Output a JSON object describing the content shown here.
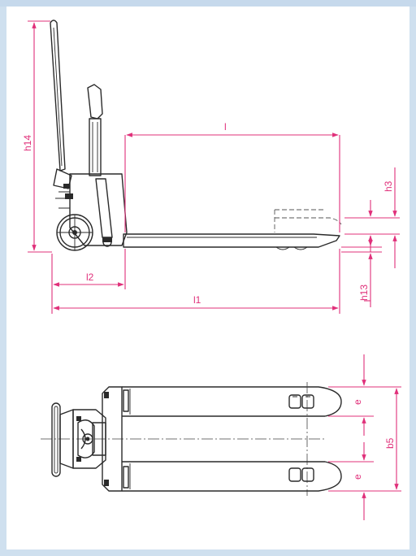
{
  "dimensions": {
    "h14": "h14",
    "l": "l",
    "h3": "h3",
    "l2": "l2",
    "l1": "l1",
    "h13": "h13",
    "e_top": "e",
    "e_bottom": "e",
    "b5": "b5"
  },
  "colors": {
    "dimension": "#e0307a",
    "outline": "#2a2a2a",
    "page_border": "#cfe0ef"
  },
  "views": [
    "side-view",
    "top-view"
  ]
}
